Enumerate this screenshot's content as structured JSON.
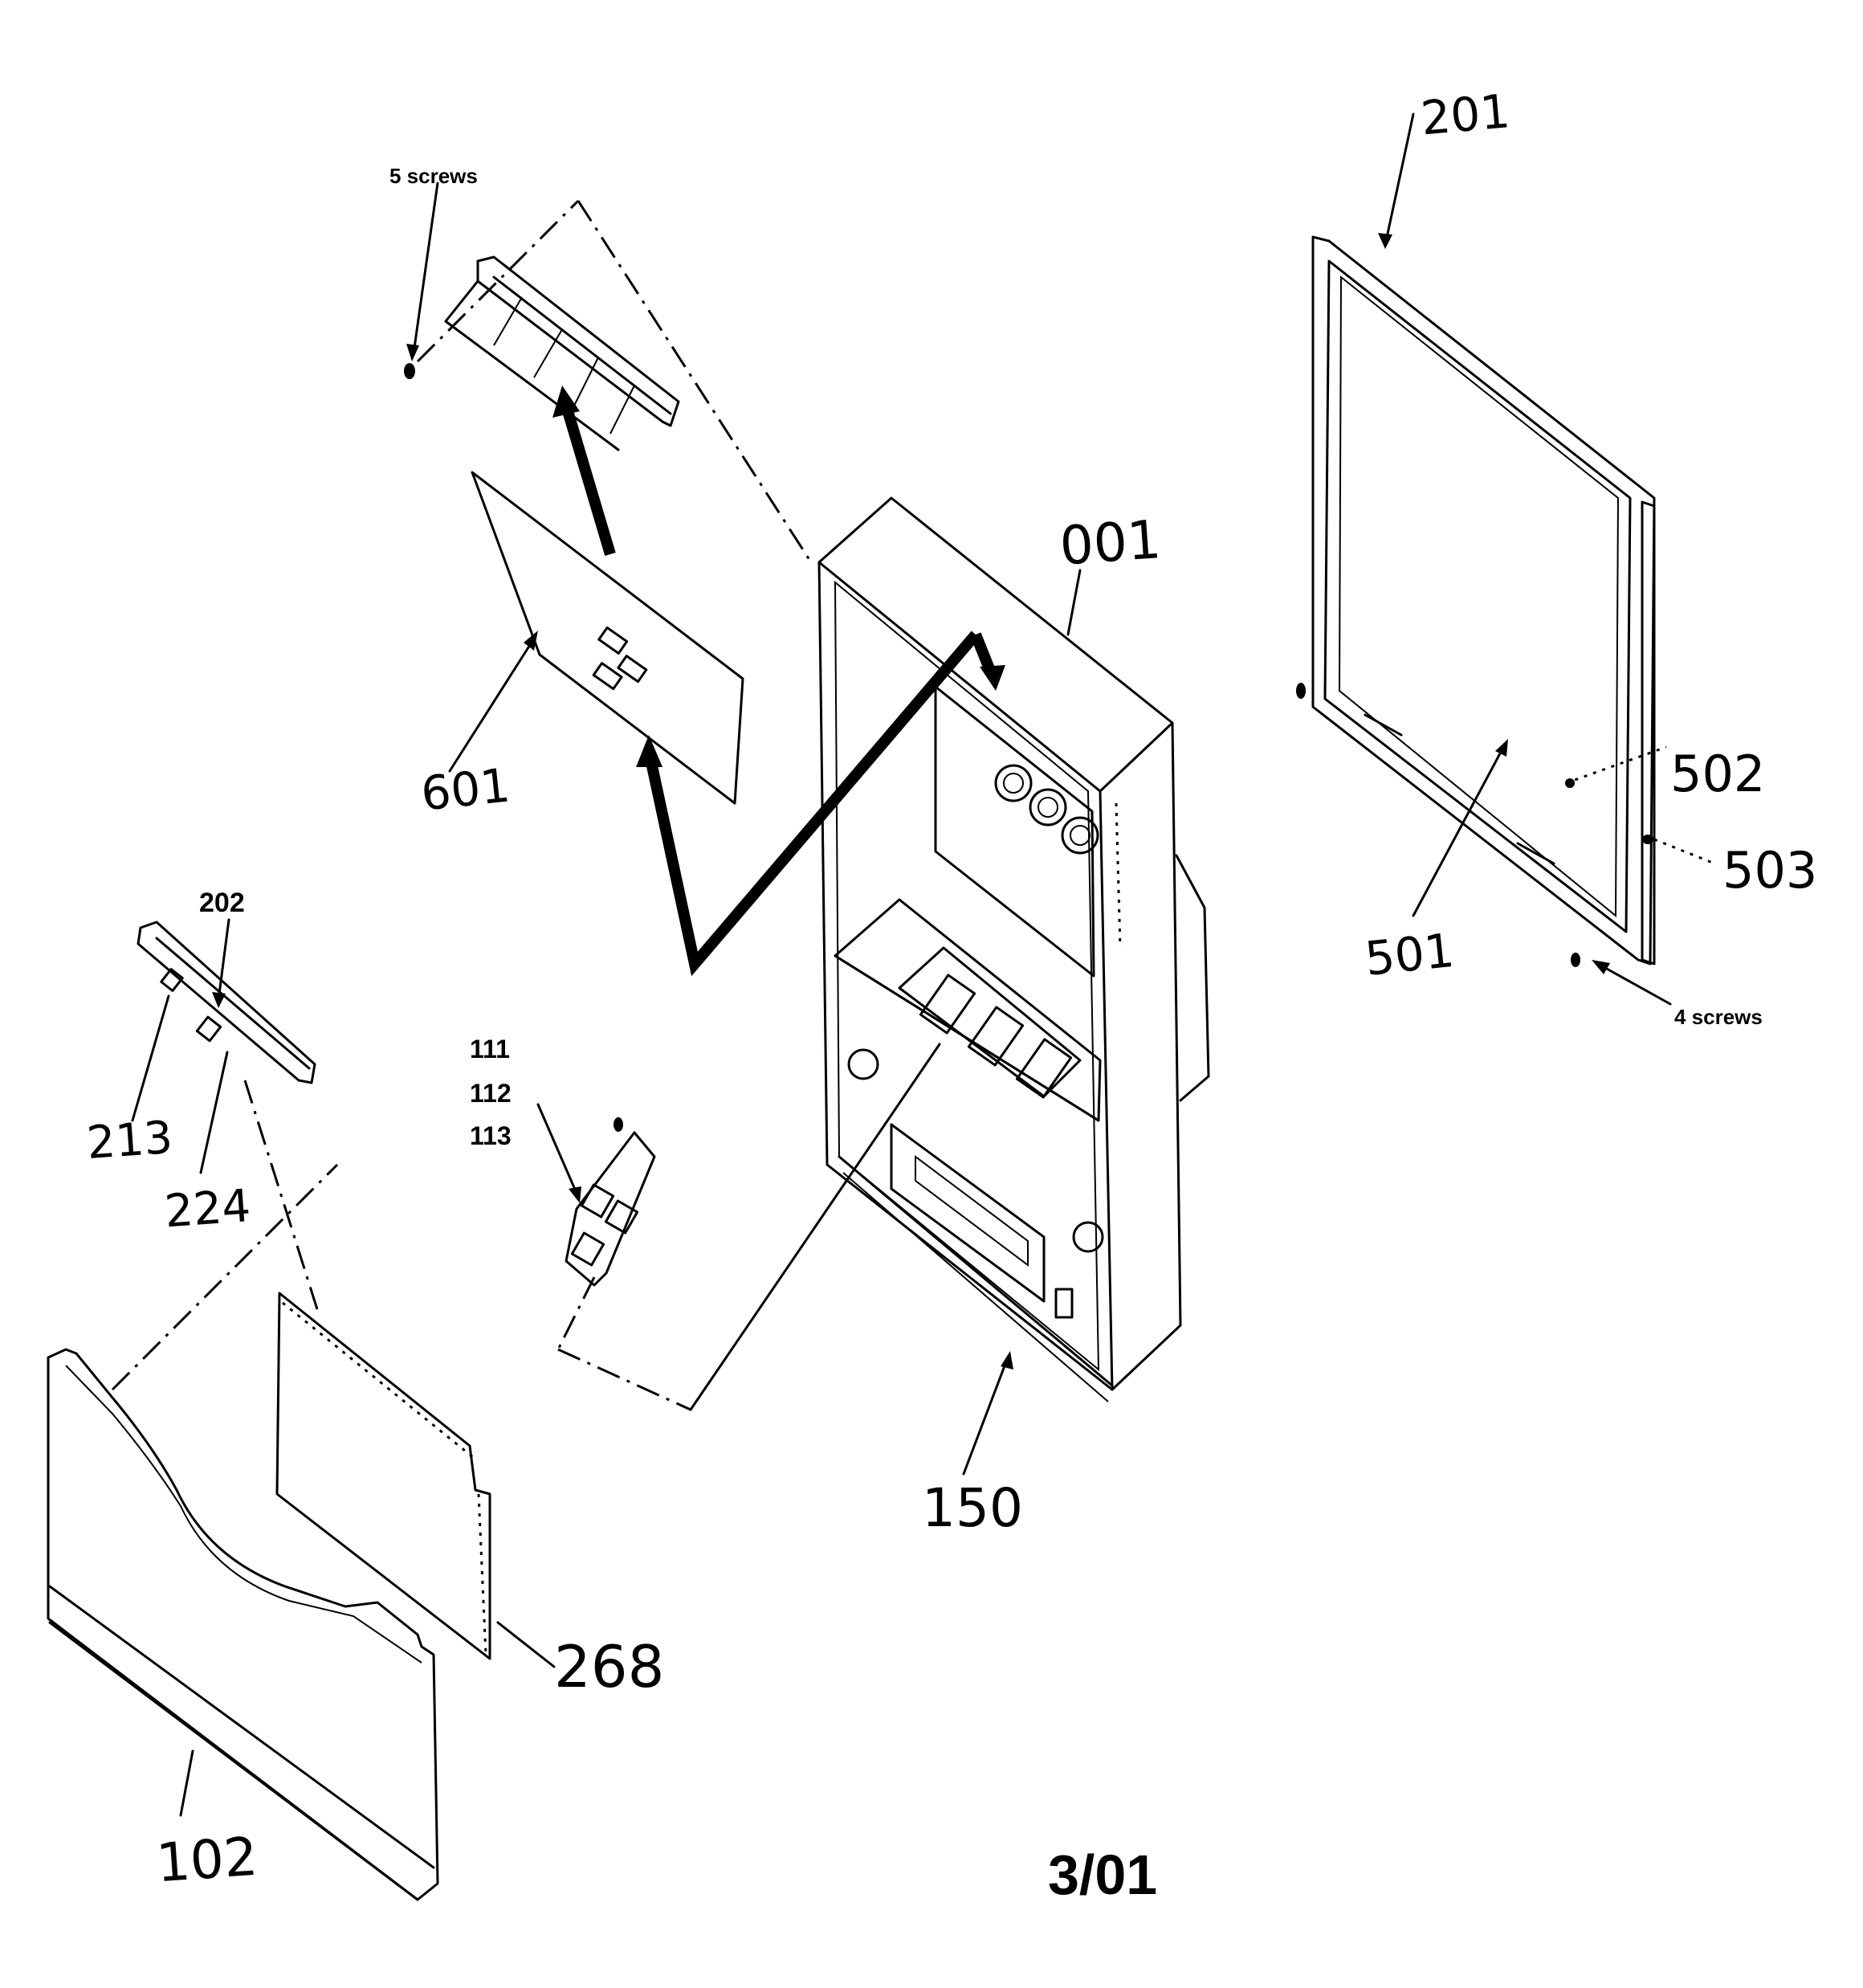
{
  "labels": {
    "l201": "201",
    "l001": "001",
    "l601": "601",
    "l502": "502",
    "l503": "503",
    "l501": "501",
    "l202": "202",
    "l111": "111",
    "l112": "112",
    "l113": "113",
    "l213": "213",
    "l224": "224",
    "l150": "150",
    "l268": "268",
    "l102": "102"
  },
  "notes": {
    "five_screws": "5 screws",
    "four_screws": "4 screws"
  },
  "page_number": "3/01"
}
